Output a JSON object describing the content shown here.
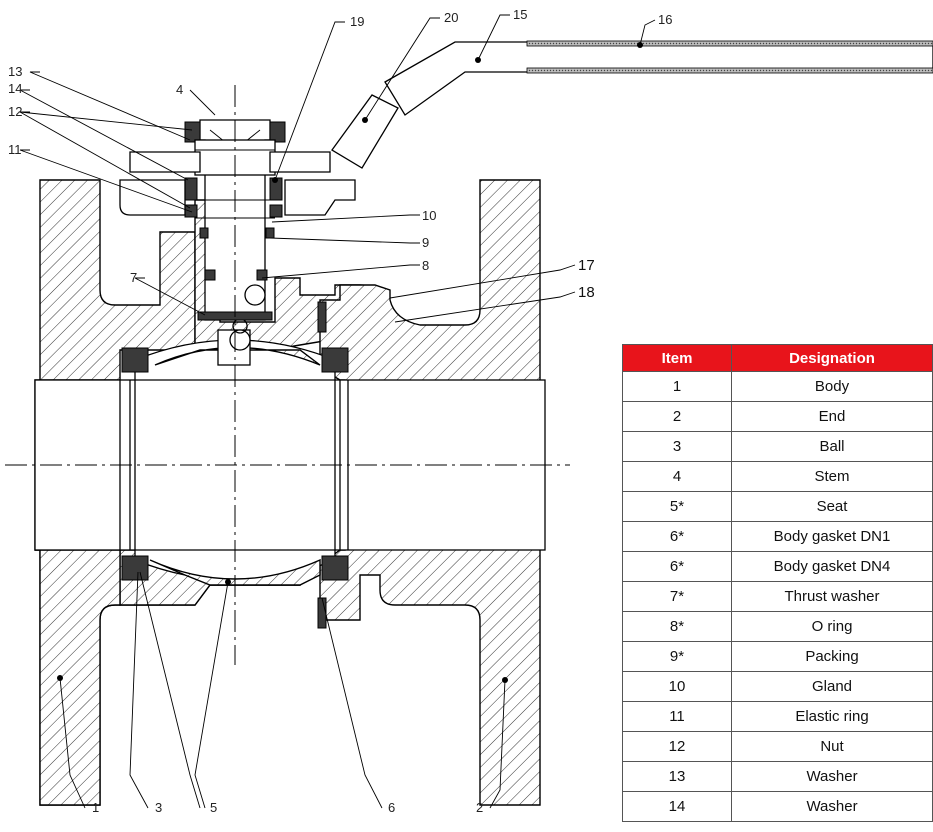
{
  "callouts": {
    "c1": "1",
    "c2": "2",
    "c3": "3",
    "c4": "4",
    "c5": "5",
    "c6": "6",
    "c7": "7",
    "c8": "8",
    "c9": "9",
    "c10": "10",
    "c11": "11",
    "c12": "12",
    "c13": "13",
    "c14": "14",
    "c15": "15",
    "c16": "16",
    "c17": "17",
    "c18": "18",
    "c19": "19",
    "c20": "20"
  },
  "table": {
    "headers": [
      "Item",
      "Designation"
    ],
    "rows": [
      [
        "1",
        "Body"
      ],
      [
        "2",
        "End"
      ],
      [
        "3",
        "Ball"
      ],
      [
        "4",
        "Stem"
      ],
      [
        "5*",
        "Seat"
      ],
      [
        "6*",
        "Body gasket DN1"
      ],
      [
        "6*",
        "Body gasket DN4"
      ],
      [
        "7*",
        "Thrust washer"
      ],
      [
        "8*",
        "O ring"
      ],
      [
        "9*",
        "Packing"
      ],
      [
        "10",
        "Gland"
      ],
      [
        "11",
        "Elastic ring"
      ],
      [
        "12",
        "Nut"
      ],
      [
        "13",
        "Washer"
      ],
      [
        "14",
        "Washer"
      ]
    ]
  },
  "colors": {
    "header_bg": "#e8141b",
    "header_text": "#ffffff"
  }
}
